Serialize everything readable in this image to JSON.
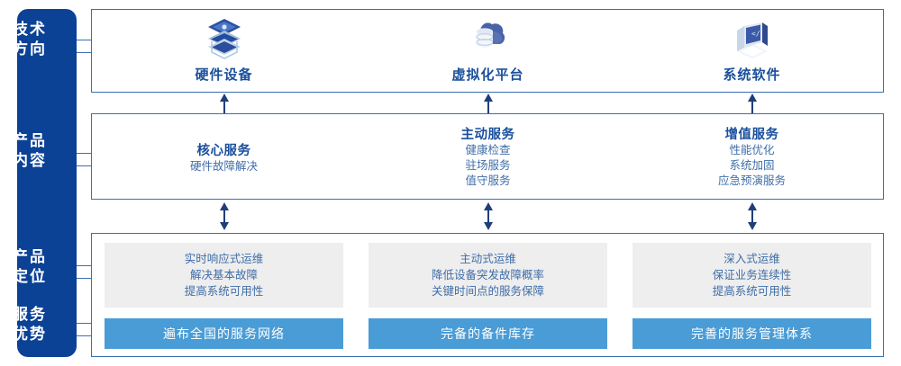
{
  "sidebar": {
    "labels": [
      {
        "name": "tech-direction",
        "lines": [
          "技术",
          "方向"
        ]
      },
      {
        "name": "product-content",
        "lines": [
          "产品",
          "内容"
        ]
      },
      {
        "name": "product-position",
        "lines": [
          "产品",
          "定位"
        ]
      },
      {
        "name": "service-advantage",
        "lines": [
          "服务",
          "优势"
        ]
      }
    ],
    "background_color": "#0b4296",
    "text_color": "#ffffff"
  },
  "tech_section": {
    "columns": [
      {
        "icon": "server-stack-icon",
        "label": "硬件设备"
      },
      {
        "icon": "cloud-database-icon",
        "label": "虚拟化平台"
      },
      {
        "icon": "code-window-icon",
        "label": "系统软件"
      }
    ]
  },
  "content_section": {
    "columns": [
      {
        "title": "核心服务",
        "items": [
          "硬件故障解决"
        ]
      },
      {
        "title": "主动服务",
        "items": [
          "健康检查",
          "驻场服务",
          "值守服务"
        ]
      },
      {
        "title": "增值服务",
        "items": [
          "性能优化",
          "系统加固",
          "应急预演服务"
        ]
      }
    ]
  },
  "bottom_section": {
    "columns": [
      {
        "positioning": [
          "实时响应式运维",
          "解决基本故障",
          "提高系统可用性"
        ],
        "advantage": "遍布全国的服务网络"
      },
      {
        "positioning": [
          "主动式运维",
          "降低设备突发故障概率",
          "关键时间点的服务保障"
        ],
        "advantage": "完备的备件库存"
      },
      {
        "positioning": [
          "深入式运维",
          "保证业务连续性",
          "提高系统可用性"
        ],
        "advantage": "完善的服务管理体系"
      }
    ]
  },
  "colors": {
    "navy": "#0b4296",
    "border_blue": "#3a6fb5",
    "title_blue": "#1a4f9c",
    "body_blue": "#3f6da8",
    "bar_blue": "#4a9cd6",
    "card_gray": "#eeeeee",
    "arrow_navy": "#1f3f7a"
  },
  "connectors": {
    "tech_to_content": "up-arrow",
    "content_to_bottom": "double-arrow"
  }
}
